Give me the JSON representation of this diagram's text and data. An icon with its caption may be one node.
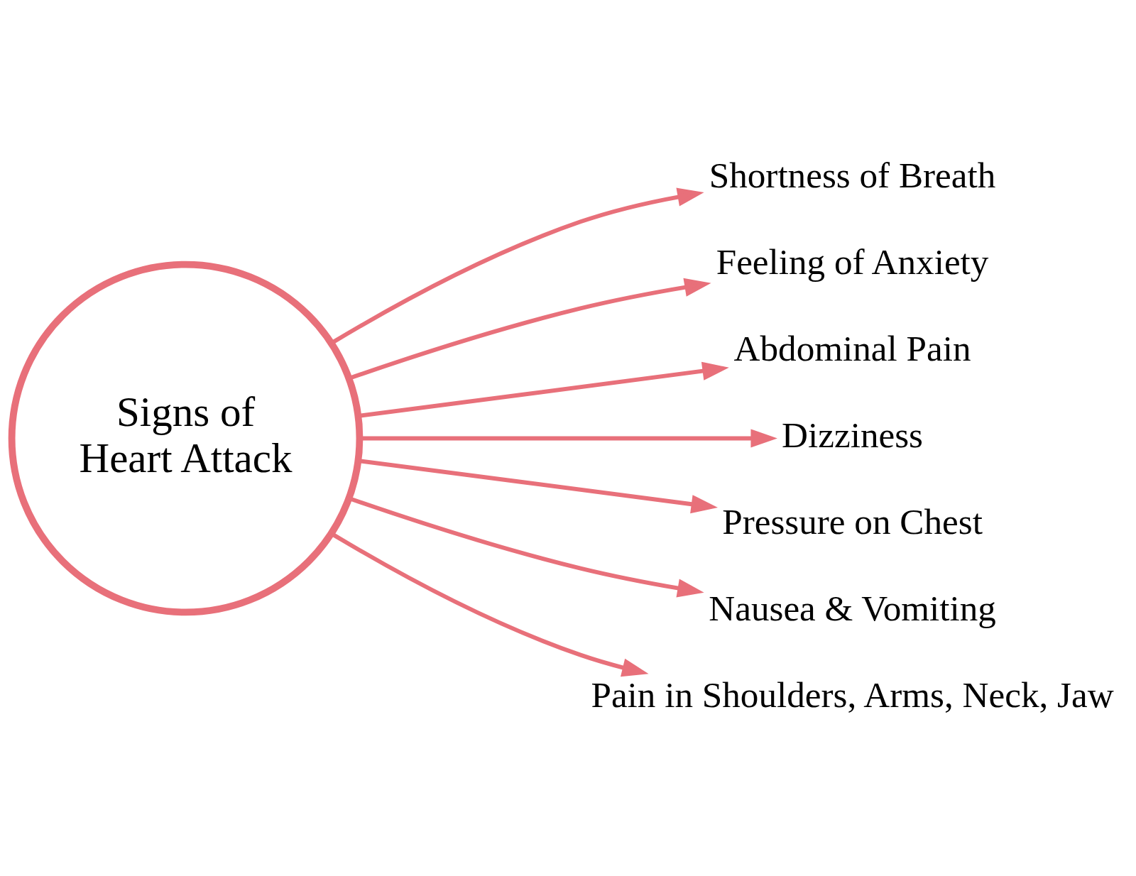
{
  "diagram": {
    "nodes": [
      {
        "text": [
          "Signs of Heart Attack"
        ]
      },
      {
        "text": [
          "Shortness of Breath"
        ]
      },
      {
        "text": [
          "Feeling of Anxiety"
        ]
      },
      {
        "text": [
          "Abdominal Pain"
        ]
      },
      {
        "text": [
          "Dizziness"
        ]
      },
      {
        "text": [
          "Pressure on Chest"
        ]
      },
      {
        "text": [
          "Nausea & Vomiting"
        ]
      },
      {
        "text": [
          "Pain in Shoulders, Arms, Neck, Jaw"
        ]
      }
    ],
    "edges": [
      {
        "from": 0,
        "to": 1,
        "arrow": "to"
      },
      {
        "from": 0,
        "to": 2,
        "arrow": "to"
      },
      {
        "from": 0,
        "to": 3,
        "arrow": "to"
      },
      {
        "from": 0,
        "to": 4,
        "arrow": "to"
      },
      {
        "from": 0,
        "to": 5,
        "arrow": "to"
      },
      {
        "from": 0,
        "to": 6,
        "arrow": "to"
      },
      {
        "from": 0,
        "to": 7,
        "arrow": "to"
      }
    ]
  }
}
